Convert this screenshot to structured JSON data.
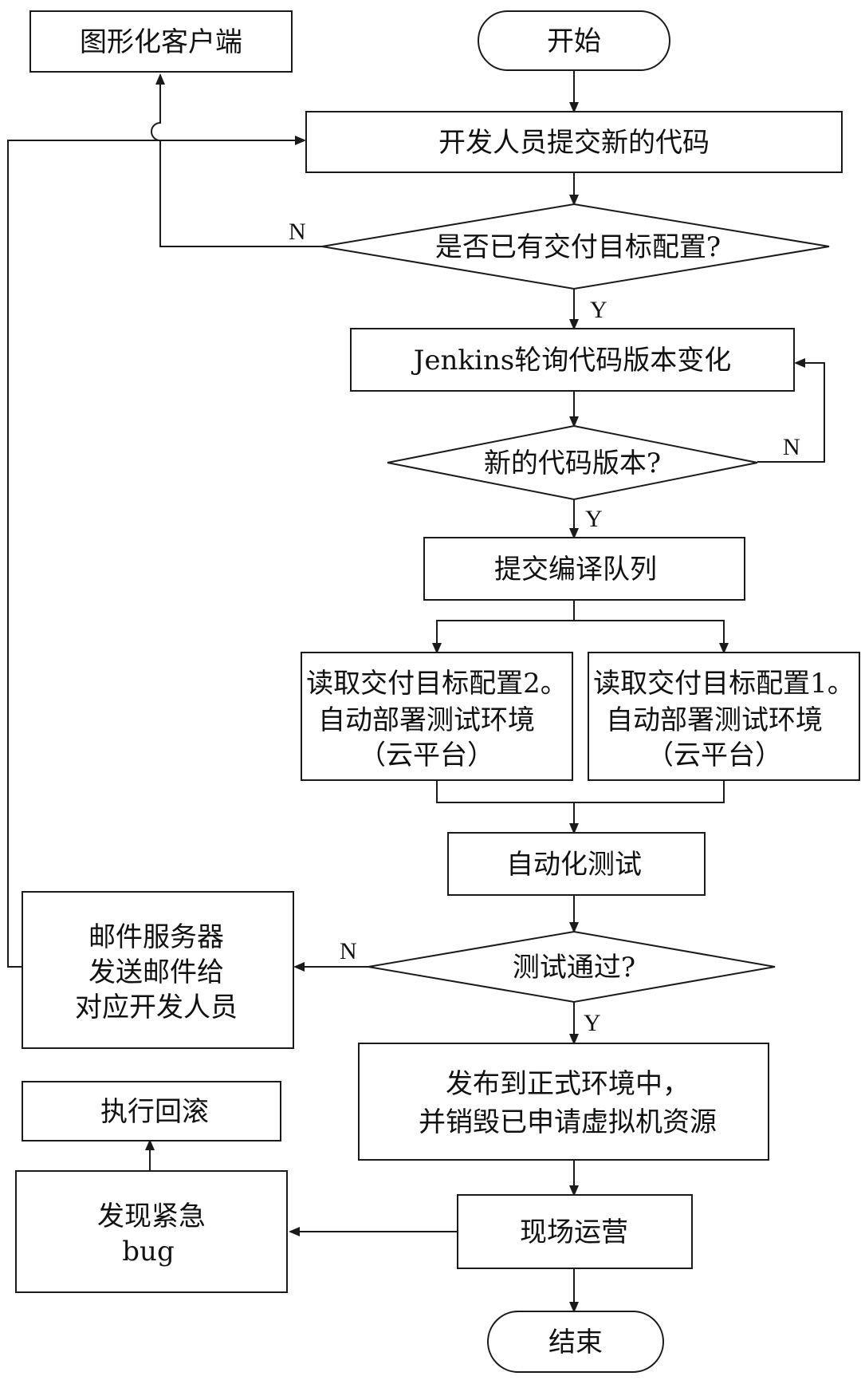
{
  "nodes": {
    "gui_client": "图形化客户端",
    "start": "开始",
    "dev_commit": "开发人员提交新的代码",
    "has_target_config": "是否已有交付目标配置?",
    "jenkins_poll": "Jenkins轮询代码版本变化",
    "new_version": "新的代码版本?",
    "submit_queue": "提交编译队列",
    "deploy2": [
      "读取交付目标配置2。",
      "自动部署测试环境",
      "（云平台）"
    ],
    "deploy1": [
      "读取交付目标配置1。",
      "自动部署测试环境",
      "（云平台）"
    ],
    "auto_test": "自动化测试",
    "test_pass": "测试通过?",
    "mail": [
      "邮件服务器",
      "发送邮件给",
      "对应开发人员"
    ],
    "release": [
      "发布到正式环境中，",
      "并销毁已申请虚拟机资源"
    ],
    "rollback": "执行回滚",
    "urgent_bug": [
      "发现紧急",
      "bug"
    ],
    "operation": "现场运营",
    "end": "结束"
  },
  "edge_labels": {
    "config_no": "N",
    "config_yes": "Y",
    "version_no": "N",
    "version_yes": "Y",
    "test_no": "N",
    "test_yes": "Y"
  }
}
